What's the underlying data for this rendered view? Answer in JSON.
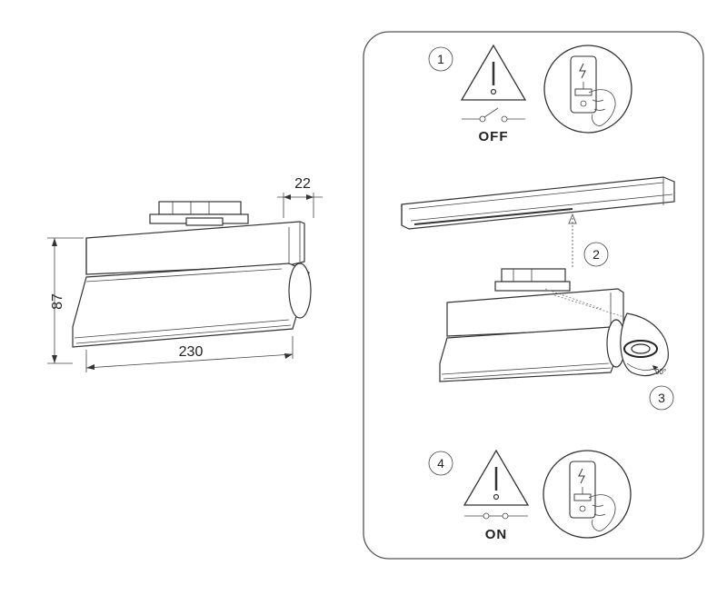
{
  "dimensions": {
    "width": "230",
    "height": "87",
    "depth": "22"
  },
  "steps": {
    "step1": "1",
    "step2": "2",
    "step3": "3",
    "step4": "4"
  },
  "switch_states": {
    "off": "OFF",
    "on": "ON"
  },
  "rotation_angle": "90°",
  "icons": [
    "warning-triangle-icon",
    "switch-panel-icon",
    "hand-press-icon",
    "arrow-up-icon"
  ],
  "colors": {
    "line": "#333333",
    "panel_border": "#555555",
    "background": "#ffffff"
  }
}
